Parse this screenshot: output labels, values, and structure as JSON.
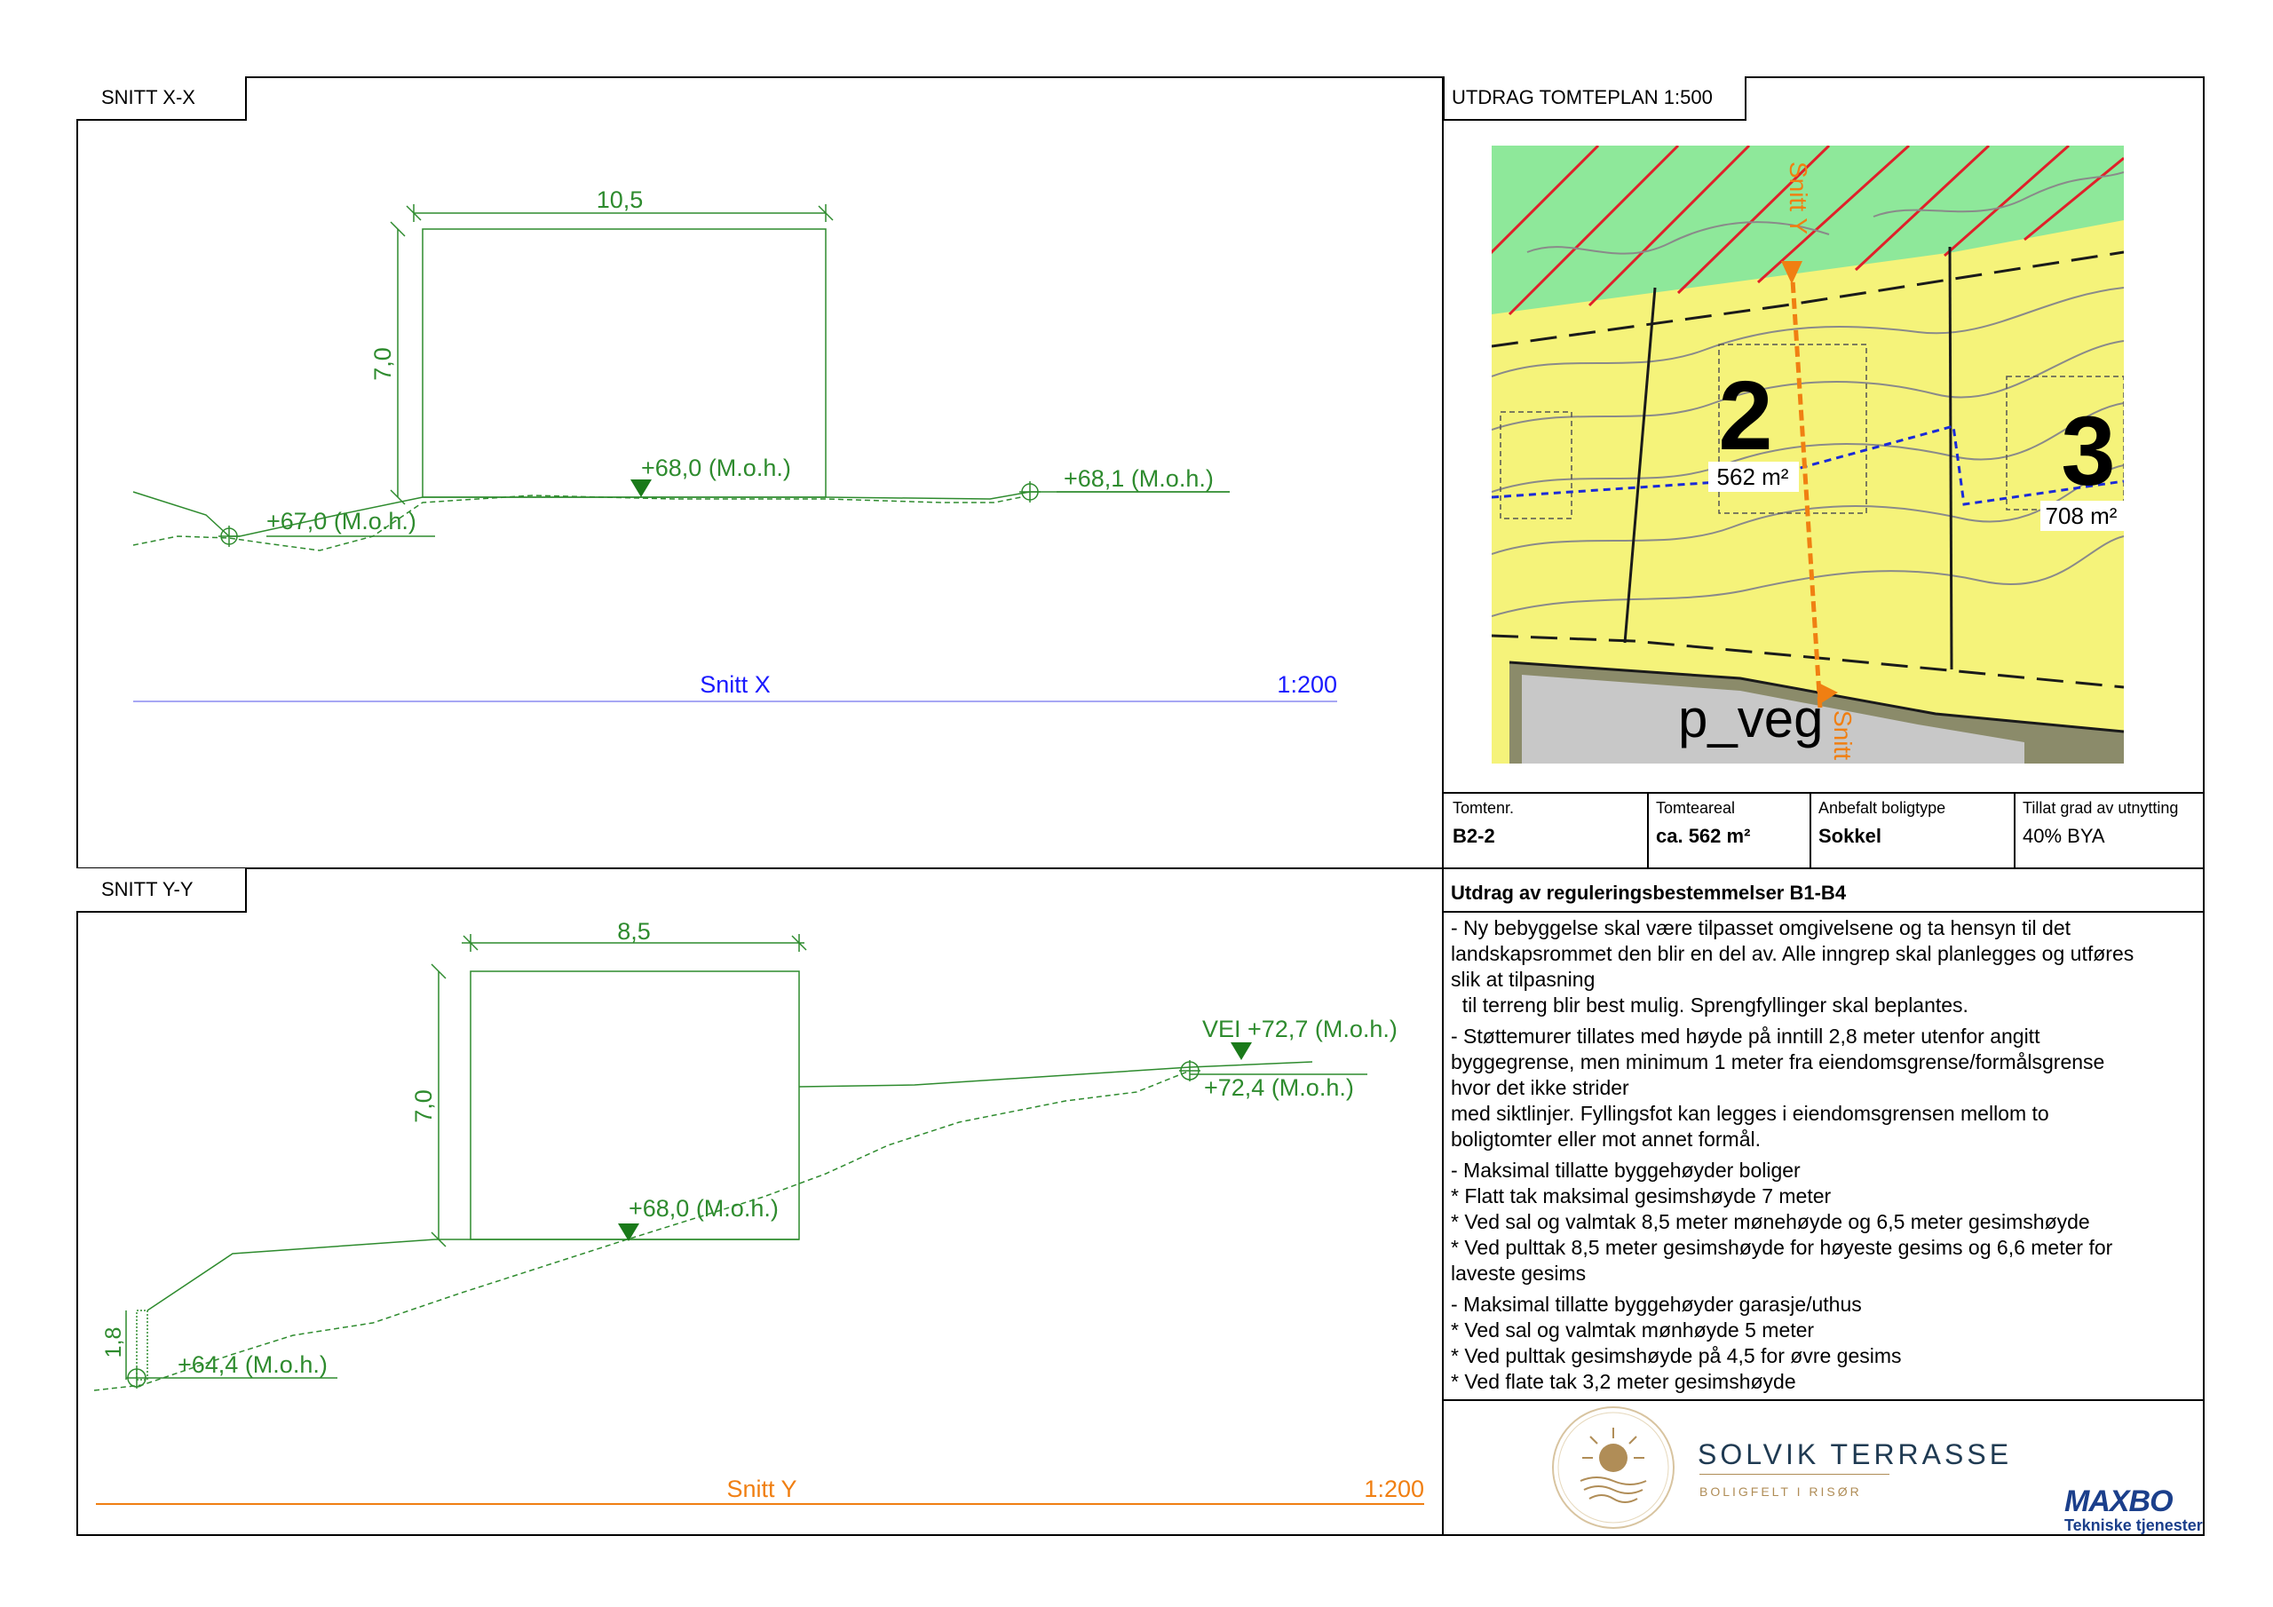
{
  "sections": {
    "snitt_x_tag": "SNITT X-X",
    "snitt_y_tag": "SNITT Y-Y",
    "tomteplan_tag": "UTDRAG TOMTEPLAN 1:500"
  },
  "snitt_x": {
    "width_dim": "10,5",
    "height_dim": "7,0",
    "level_center": "+68,0 (M.o.h.)",
    "level_left": "+67,0 (M.o.h.)",
    "level_right": "+68,1 (M.o.h.)",
    "section_label": "Snitt X",
    "scale": "1:200"
  },
  "snitt_y": {
    "width_dim": "8,5",
    "height_dim": "7,0",
    "wall_dim": "1,8",
    "level_center": "+68,0 (M.o.h.)",
    "level_left": "+64,4 (M.o.h.)",
    "level_road": "VEI +72,7 (M.o.h.)",
    "level_right": "+72,4 (M.o.h.)",
    "section_label": "Snitt Y",
    "scale": "1:200"
  },
  "map": {
    "plot_2_number": "2",
    "plot_2_area": "562 m²",
    "plot_3_number": "3",
    "plot_3_area": "708 m²",
    "road_label": "p_veg",
    "section_line_label": "Snitt Y",
    "section_line_label_bottom": "Snitt"
  },
  "info_table": [
    {
      "label": "Tomtenr.",
      "value": "B2-2"
    },
    {
      "label": "Tomteareal",
      "value": "ca. 562 m²"
    },
    {
      "label": "Anbefalt boligtype",
      "value": "Sokkel"
    },
    {
      "label": "Tillat grad av utnytting",
      "value": "40% BYA"
    }
  ],
  "regulations": {
    "title": "Utdrag av reguleringsbestemmelser B1-B4",
    "paragraphs": [
      [
        "- Ny bebyggelse skal være tilpasset omgivelsene og ta hensyn til det",
        "landskapsrommet den blir en del av. Alle inngrep skal planlegges og utføres",
        "slik at tilpasning",
        "  til terreng blir best mulig. Sprengfyllinger skal beplantes."
      ],
      [
        "- Støttemurer tillates med høyde på inntill 2,8 meter utenfor angitt",
        "byggegrense, men minimum 1 meter fra eiendomsgrense/formålsgrense",
        "hvor det ikke strider",
        "med siktlinjer. Fyllingsfot kan legges i eiendomsgrensen mellom to",
        "boligtomter eller mot annet formål."
      ],
      [
        "- Maksimal tillatte byggehøyder boliger",
        "* Flatt tak maksimal gesimshøyde 7 meter",
        "* Ved sal og valmtak 8,5 meter mønehøyde og 6,5 meter gesimshøyde",
        "* Ved pulttak 8,5 meter gesimshøyde for høyeste gesims og 6,6 meter for",
        "laveste gesims"
      ],
      [
        "- Maksimal tillatte byggehøyder garasje/uthus",
        "* Ved sal og valmtak mønhøyde 5 meter",
        "* Ved pulttak gesimshøyde på 4,5 for øvre gesims",
        "* Ved flate tak 3,2 meter gesimshøyde"
      ]
    ]
  },
  "logo": {
    "name": "SOLVIK TERRASSE",
    "tagline": "BOLIGFELT I RISØR"
  },
  "company": {
    "name": "MAXBO",
    "sub": "Tekniske tjenester"
  },
  "colors": {
    "drawing_green": "#2e8b2e",
    "section_x_blue": "#1a1aff",
    "section_y_orange": "#f07f12",
    "plot_yellow": "#f5f37a",
    "green_area": "#8ee89a",
    "road_gray": "#c8c8c8",
    "logo_gold": "#b08d57",
    "logo_navy": "#1f3a52",
    "maxbo_blue": "#1b3f8b"
  }
}
